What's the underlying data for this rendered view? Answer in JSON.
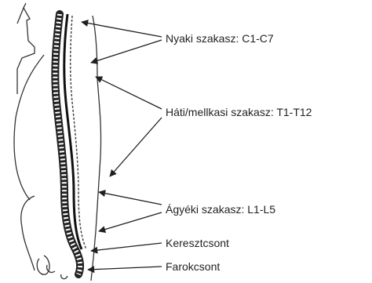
{
  "labels": {
    "cervical": "Nyaki szakasz: C1-C7",
    "thoracic": "Háti/mellkasi szakasz: T1-T12",
    "lumbar": "Ágyéki szakasz: L1-L5",
    "sacrum": "Keresztcsont",
    "coccyx": "Farokcsont"
  },
  "colors": {
    "ink": "#1f1f1f",
    "background": "#ffffff"
  }
}
